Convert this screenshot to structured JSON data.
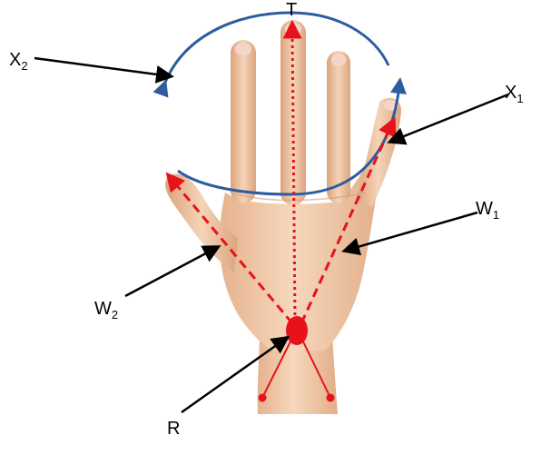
{
  "labels": {
    "top": "T",
    "x2": {
      "base": "X",
      "sub": "2"
    },
    "x1": {
      "base": "X",
      "sub": "1"
    },
    "w1": {
      "base": "W",
      "sub": "1"
    },
    "w2": {
      "base": "W",
      "sub": "2"
    },
    "root": "R"
  },
  "colors": {
    "skin": "#f2cfae",
    "skin_shadow": "#d9a47f",
    "nail": "#f3d6c8",
    "rotation_arrow": "#2e5c9e",
    "axis": "#e8121b",
    "pointer": "#000000"
  }
}
